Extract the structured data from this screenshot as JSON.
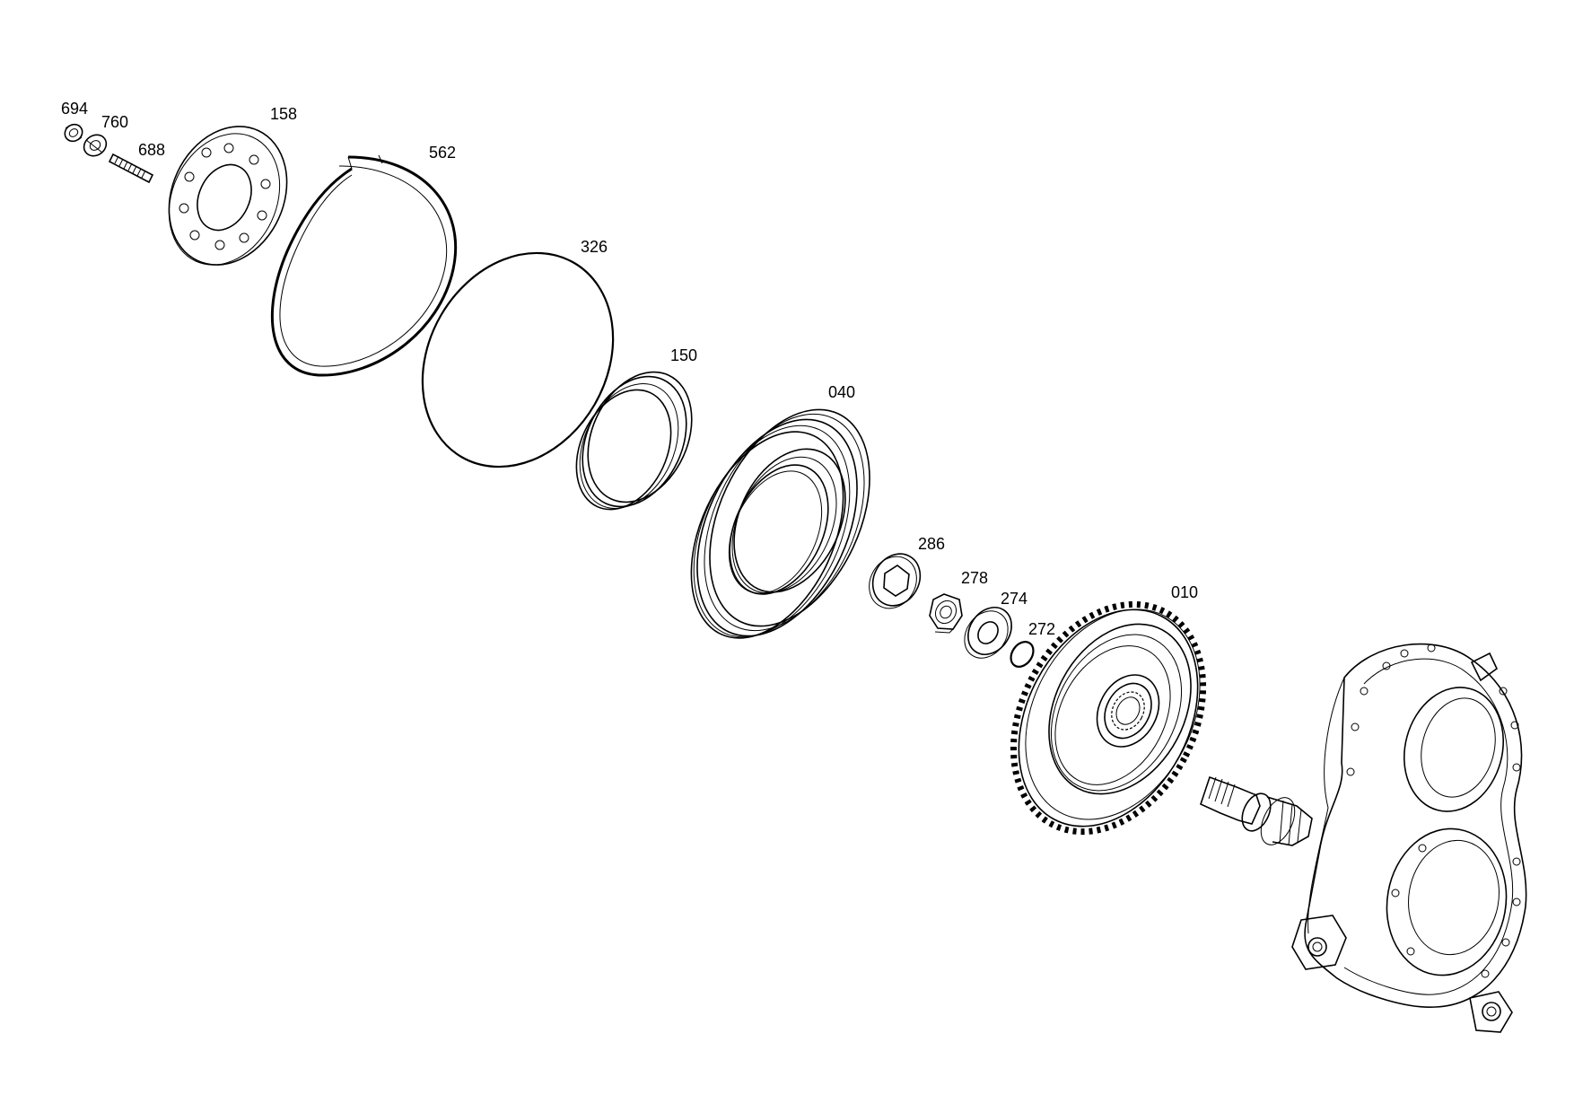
{
  "parts": [
    {
      "id": "p694",
      "label": "694"
    },
    {
      "id": "p760",
      "label": "760"
    },
    {
      "id": "p688",
      "label": "688"
    },
    {
      "id": "p158",
      "label": "158"
    },
    {
      "id": "p562",
      "label": "562"
    },
    {
      "id": "p326",
      "label": "326"
    },
    {
      "id": "p150",
      "label": "150"
    },
    {
      "id": "p040",
      "label": "040"
    },
    {
      "id": "p286",
      "label": "286"
    },
    {
      "id": "p278",
      "label": "278"
    },
    {
      "id": "p274",
      "label": "274"
    },
    {
      "id": "p272",
      "label": "272"
    },
    {
      "id": "p010",
      "label": "010"
    }
  ]
}
